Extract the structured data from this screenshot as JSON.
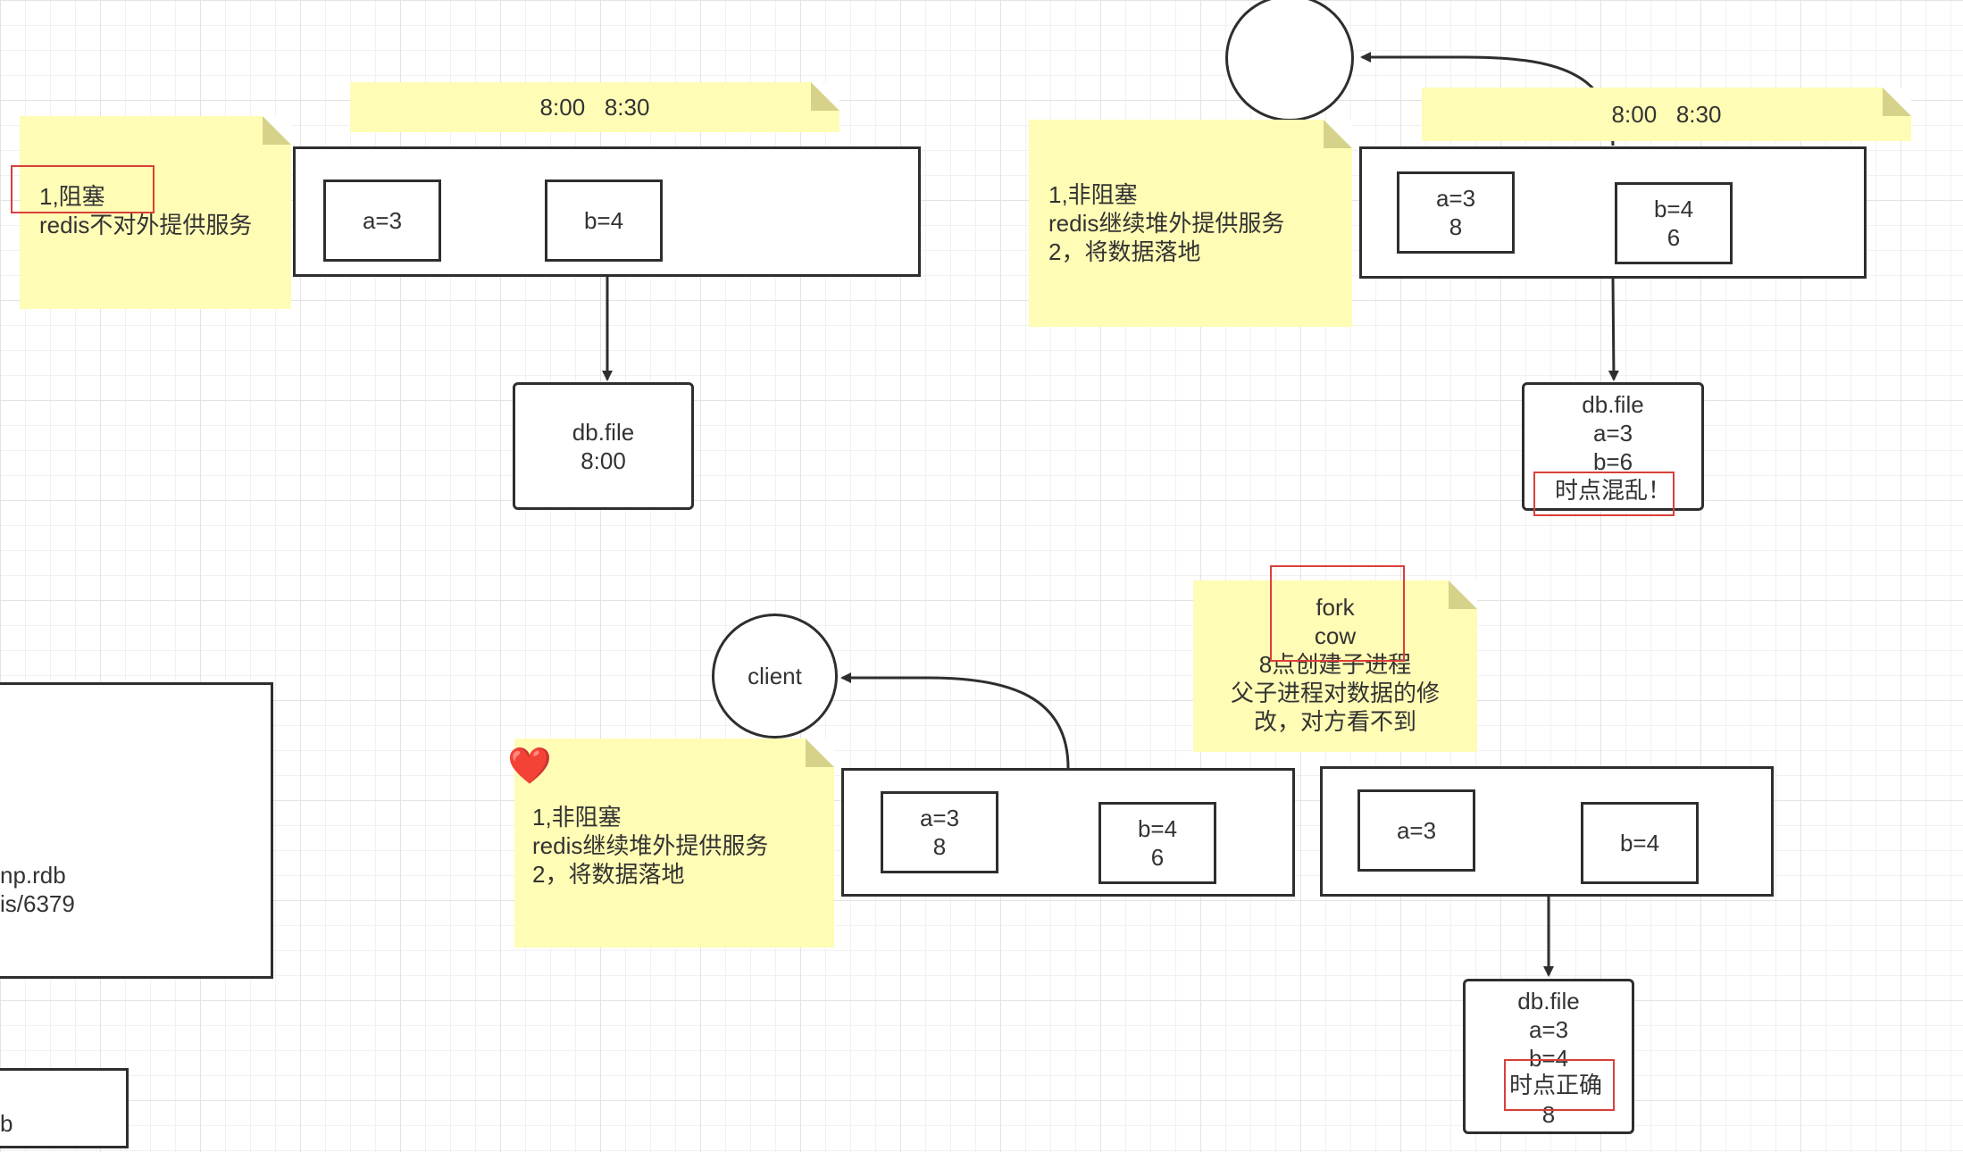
{
  "diagram": {
    "panel_blocking": {
      "time_label": "8:00   8:30",
      "note_lines": [
        "1,阻塞",
        "redis不对外提供服务"
      ],
      "cells": [
        "a=3",
        "b=4"
      ],
      "file": "db.file\n8:00"
    },
    "panel_nonblocking_top": {
      "time_label": "8:00   8:30",
      "note_lines": [
        "1,非阻塞",
        "redis继续堆外提供服务",
        "2，将数据落地"
      ],
      "cells": [
        "a=3\n8",
        "b=4\n6"
      ],
      "file": "db.file\na=3\nb=6",
      "file_flag": "时点混乱！"
    },
    "panel_nonblocking_bottom": {
      "client_label": "client",
      "emoji": "❤️",
      "note_lines": [
        "1,非阻塞",
        "redis继续堆外提供服务",
        "2，将数据落地"
      ],
      "cells": [
        "a=3\n8",
        "b=4\n6"
      ]
    },
    "panel_fork": {
      "note_lines": [
        "fork",
        "cow",
        "8点创建子进程",
        "父子进程对数据的修",
        "改，对方看不到"
      ],
      "cells": [
        "a=3",
        "b=4"
      ],
      "file": "db.file\na=3\nb=4",
      "file_flag": "时点正确",
      "file_tail": "8"
    },
    "left_fragments": {
      "line1": "np.rdb",
      "line2": "is/6379",
      "line3": "b"
    }
  }
}
